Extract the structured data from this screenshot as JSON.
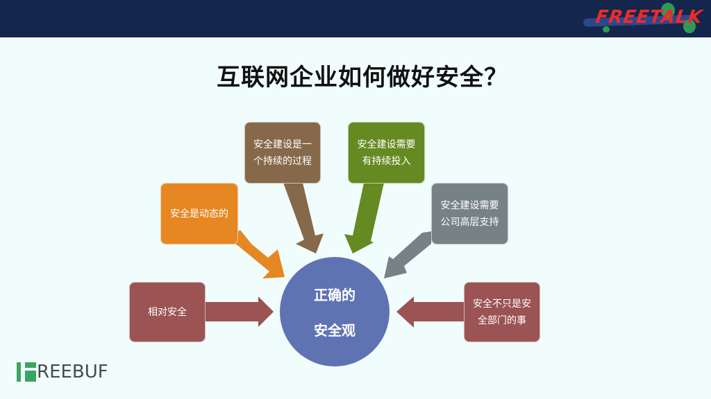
{
  "header": {
    "logo_text": "FREETALK",
    "band_color": "#14264b"
  },
  "title": "互联网企业如何做好安全？",
  "center": {
    "line1": "正确的",
    "line2": "安全观",
    "color": "#5f73b3"
  },
  "factors": [
    {
      "id": "relative",
      "label": "相对安全",
      "color": "#9b5353",
      "position": "left"
    },
    {
      "id": "dynamic",
      "label": "安全是动态的",
      "color": "#e68722",
      "position": "upper-left"
    },
    {
      "id": "process",
      "label": "安全建设是一\n个持续的过程",
      "color": "#86694a",
      "position": "top-left"
    },
    {
      "id": "investment",
      "label": "安全建设需要\n有持续投入",
      "color": "#658a22",
      "position": "top-right"
    },
    {
      "id": "leadership",
      "label": "安全建设需要\n公司高层支持",
      "color": "#778286",
      "position": "upper-right"
    },
    {
      "id": "not-only-dept",
      "label": "安全不只是安\n全部门的事",
      "color": "#9b5353",
      "position": "right"
    }
  ],
  "footer": {
    "logo_text": "REEBUF",
    "logo_accent": "#3aa563"
  }
}
